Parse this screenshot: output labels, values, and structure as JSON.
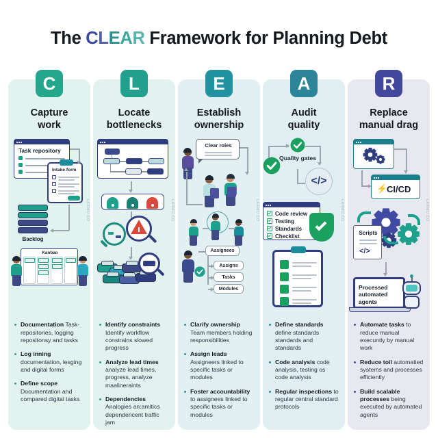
{
  "title": {
    "prefix": "The ",
    "acronym": [
      {
        "ch": "C",
        "color": "#3b4a9e"
      },
      {
        "ch": "L",
        "color": "#4e5fa8"
      },
      {
        "ch": "E",
        "color": "#2e8f8f"
      },
      {
        "ch": "A",
        "color": "#3ea7a0"
      },
      {
        "ch": "R",
        "color": "#58b3ad"
      }
    ],
    "suffix": " Framework for Planning Debt"
  },
  "watermark": "LARMO.CO",
  "columns": [
    {
      "letter": "C",
      "badge_color": "#24a68b",
      "panel_color": "#e2f2ee",
      "bullet_color": "#24a68b",
      "title_line1": "Capture",
      "title_line2": "work",
      "illustration": {
        "window_title": "Task repository",
        "clipboard_title": "Intake form",
        "stack_label": "Backlog",
        "board_label": "Kanban"
      },
      "bullets": [
        {
          "head": "Documentation",
          "body": "Task-repositories, logging repositonsy and tasks"
        },
        {
          "head": "Log inning",
          "body": "documentation, lesging and digital forms"
        },
        {
          "head": "Define scope",
          "body": "Documentation and compared digital tasks"
        }
      ]
    },
    {
      "letter": "L",
      "badge_color": "#22a08e",
      "panel_color": "#e3f2ef",
      "bullet_color": "#22a08e",
      "title_line1": "Locate",
      "title_line2": "bottlenecks",
      "illustration": {
        "flow_window": "workflow-diagram",
        "gauges": [
          "green-gauge",
          "teal-gauge",
          "red-gauge"
        ],
        "magnifier_warning": "warning-triangle",
        "traffic": "traffic-jam"
      },
      "bullets": [
        {
          "head": "Identify constraints",
          "body": "Identify workflow constrains slowed progress"
        },
        {
          "head": "Analyze lead times",
          "body": "analyze lead times, progress, analyze maalineraints"
        },
        {
          "head": "Dependencies",
          "body": "Analogies an:amitics dependencent traffic jam"
        }
      ]
    },
    {
      "letter": "E",
      "badge_color": "#2392a0",
      "panel_color": "#e2f0f2",
      "bullet_color": "#2392a0",
      "title_line1": "Establish",
      "title_line2": "ownership",
      "illustration": {
        "speech_bubble": "Clear roles",
        "node_root": "Assignees",
        "node_children": [
          "Assigns",
          "Tasks",
          "Modules"
        ]
      },
      "bullets": [
        {
          "head": "Clarify ownership",
          "body": "Team members holding responsibilities"
        },
        {
          "head": "Assign leads",
          "body": "Assigneers linked to specific tasks or modules"
        },
        {
          "head": "Foster accountability",
          "body": "to assignees linked to specific tasks or modules"
        }
      ]
    },
    {
      "letter": "A",
      "badge_color": "#2b8497",
      "panel_color": "#e2eff2",
      "bullet_color": "#2b8497",
      "title_line1": "Audit",
      "title_line2": "quality",
      "illustration": {
        "gates_label": "Quality gates",
        "code_icon": "</>",
        "checklist_title": "checklist-window",
        "checklist_items": [
          "Code review",
          "Testing",
          "Standards",
          "Checklist"
        ],
        "shield": "shield-check",
        "clipboard": "clipboard-checklist"
      },
      "bullets": [
        {
          "head": "Define standards",
          "body": "define standards standards and standards"
        },
        {
          "head": "Code analysis",
          "body": "code analysis, testing os code analysis"
        },
        {
          "head": "Regular inspections",
          "body": "to regular central standard protocols"
        }
      ]
    },
    {
      "letter": "R",
      "badge_color": "#42499c",
      "panel_color": "#e8e8f0",
      "bullet_color": "#42499c",
      "title_line1": "Replace",
      "title_line2": "manual drag",
      "illustration": {
        "gears_window": "gears-icon",
        "cicd_label": "CI/CD",
        "cicd_icon": "lightning-bolt",
        "scripts_label": "Scripts",
        "scripts_code": "</>",
        "laptop_text": "Processed automated agents",
        "robot": "robot-icon"
      },
      "bullets": [
        {
          "head": "Automate tasks",
          "body": "to reduce manual execuntly by manual work"
        },
        {
          "head": "Reduce toil",
          "body": "automatied systems and processes efficiently"
        },
        {
          "head": "Build scalable processes",
          "body": "being executed by automated agents",
          "head_inline": true
        }
      ]
    }
  ]
}
